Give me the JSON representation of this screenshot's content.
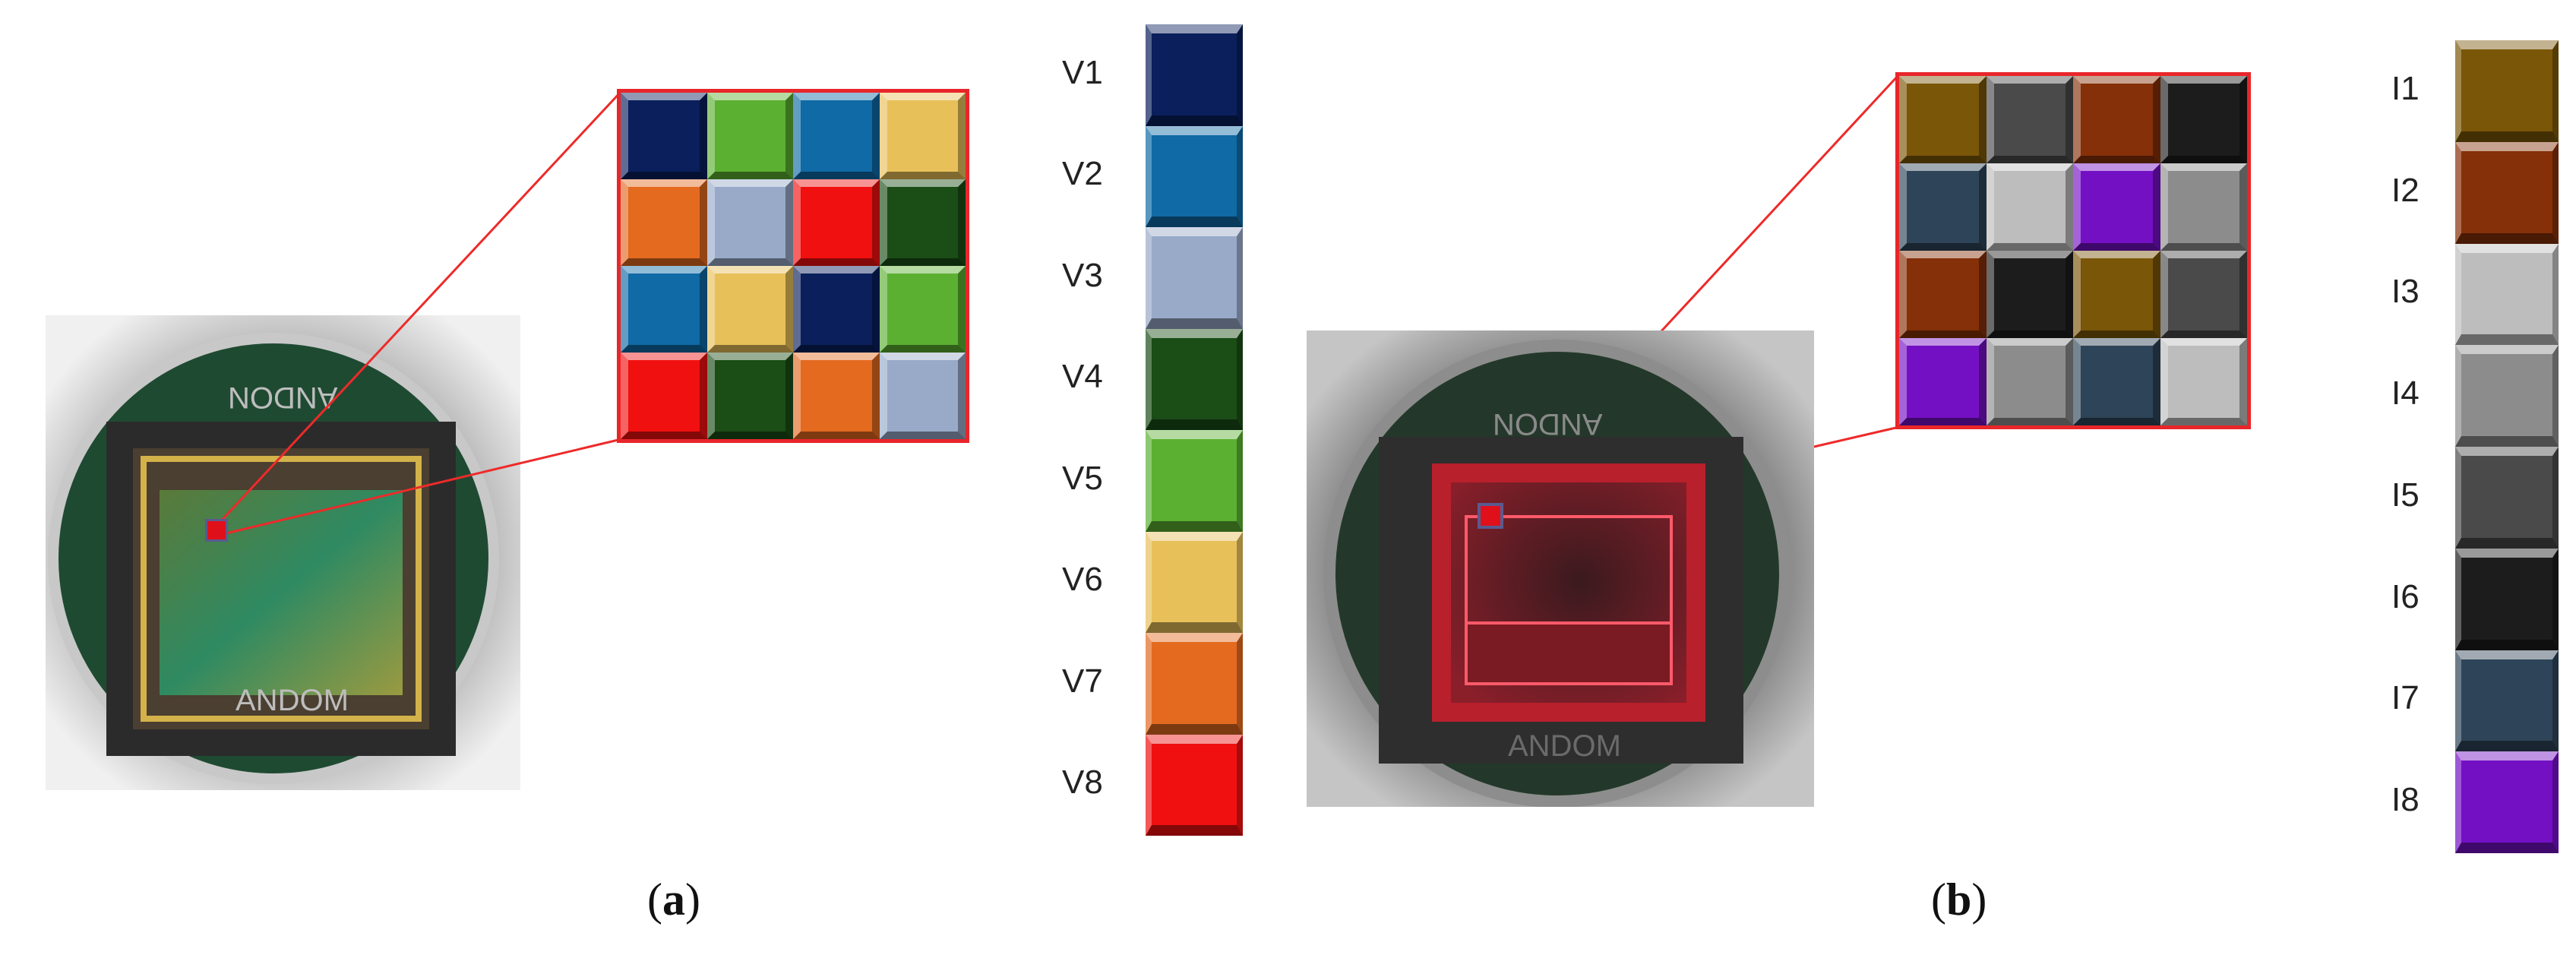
{
  "panel_a": {
    "chip_text_top": "ANDON",
    "chip_text_bottom": "ANDOM",
    "grid": [
      [
        "V1",
        "V5",
        "V2",
        "V6"
      ],
      [
        "V7",
        "V3",
        "V8",
        "V4"
      ],
      [
        "V2",
        "V6",
        "V1",
        "V5"
      ],
      [
        "V8",
        "V4",
        "V7",
        "V3"
      ]
    ],
    "legend": [
      {
        "label": "V1",
        "color": "#0a1f5c"
      },
      {
        "label": "V2",
        "color": "#0f6aa6"
      },
      {
        "label": "V3",
        "color": "#98aac8"
      },
      {
        "label": "V4",
        "color": "#1b4d16"
      },
      {
        "label": "V5",
        "color": "#5bb032"
      },
      {
        "label": "V6",
        "color": "#e8c05a"
      },
      {
        "label": "V7",
        "color": "#e46a20"
      },
      {
        "label": "V8",
        "color": "#f01010"
      }
    ],
    "caption_open": "(",
    "caption_letter": "a",
    "caption_close": ")"
  },
  "panel_b": {
    "chip_text_top": "ANDON",
    "chip_text_bottom": "ANDOM",
    "grid": [
      [
        "I1",
        "I5",
        "I2",
        "I6"
      ],
      [
        "I7",
        "I3",
        "I8",
        "I4"
      ],
      [
        "I2",
        "I6",
        "I1",
        "I5"
      ],
      [
        "I8",
        "I4",
        "I7",
        "I3"
      ]
    ],
    "legend": [
      {
        "label": "I1",
        "color": "#7a5608"
      },
      {
        "label": "I2",
        "color": "#853008"
      },
      {
        "label": "I3",
        "color": "#bdbdbd"
      },
      {
        "label": "I4",
        "color": "#8c8c8c"
      },
      {
        "label": "I5",
        "color": "#4a4a4a"
      },
      {
        "label": "I6",
        "color": "#1c1c1c"
      },
      {
        "label": "I7",
        "color": "#2e4458"
      },
      {
        "label": "I8",
        "color": "#7410c4"
      }
    ],
    "caption_open": "(",
    "caption_letter": "b",
    "caption_close": ")"
  }
}
